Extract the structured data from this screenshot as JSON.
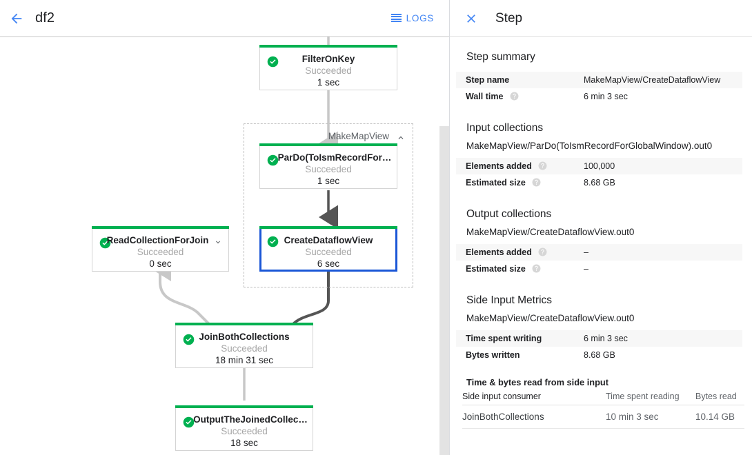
{
  "left": {
    "header": {
      "back_icon": "arrow-back-icon",
      "job_name": "df2",
      "logs_label": "LOGS",
      "logs_icon": "hamburger-logs-icon"
    },
    "graph": {
      "group": {
        "label": "MakeMapView",
        "collapse_icon": "chevron-up-icon"
      },
      "nodes": [
        {
          "id": "filter-on-key",
          "name": "FilterOnKey",
          "status": "Succeeded",
          "time": "1 sec",
          "status_icon": "check-circle-icon",
          "selected": false,
          "expand_icon": null
        },
        {
          "id": "pardo-toismrecordfor",
          "name": "ParDo(ToIsmRecordFor…",
          "status": "Succeeded",
          "time": "1 sec",
          "status_icon": "check-circle-icon",
          "selected": false,
          "expand_icon": null
        },
        {
          "id": "create-dataflow-view",
          "name": "CreateDataflowView",
          "status": "Succeeded",
          "time": "6 sec",
          "status_icon": "check-circle-icon",
          "selected": true,
          "expand_icon": null
        },
        {
          "id": "read-collection-for-join",
          "name": "ReadCollectionForJoin",
          "status": "Succeeded",
          "time": "0 sec",
          "status_icon": "check-circle-icon",
          "selected": false,
          "expand_icon": "chevron-down-icon"
        },
        {
          "id": "join-both-collections",
          "name": "JoinBothCollections",
          "status": "Succeeded",
          "time": "18 min 31 sec",
          "status_icon": "check-circle-icon",
          "selected": false,
          "expand_icon": null
        },
        {
          "id": "output-the-joined-collection",
          "name": "OutputTheJoinedCollec…",
          "status": "Succeeded",
          "time": "18 sec",
          "status_icon": "check-circle-icon",
          "selected": false,
          "expand_icon": null
        }
      ]
    }
  },
  "right": {
    "header": {
      "close_icon": "close-icon",
      "title": "Step"
    },
    "step_summary": {
      "title": "Step summary",
      "rows": [
        {
          "key": "Step name",
          "value": "MakeMapView/CreateDataflowView",
          "help": false
        },
        {
          "key": "Wall time",
          "value": "6 min 3 sec",
          "help": true
        }
      ]
    },
    "input_collections": {
      "title": "Input collections",
      "collection": "MakeMapView/ParDo(ToIsmRecordForGlobalWindow).out0",
      "rows": [
        {
          "key": "Elements added",
          "value": "100,000",
          "help": true
        },
        {
          "key": "Estimated size",
          "value": "8.68 GB",
          "help": true
        }
      ]
    },
    "output_collections": {
      "title": "Output collections",
      "collection": "MakeMapView/CreateDataflowView.out0",
      "rows": [
        {
          "key": "Elements added",
          "value": "–",
          "help": true
        },
        {
          "key": "Estimated size",
          "value": "–",
          "help": true
        }
      ]
    },
    "side_input_metrics": {
      "title": "Side Input Metrics",
      "collection": "MakeMapView/CreateDataflowView.out0",
      "rows": [
        {
          "key": "Time spent writing",
          "value": "6 min 3 sec",
          "help": false
        },
        {
          "key": "Bytes written",
          "value": "8.68 GB",
          "help": false
        }
      ]
    },
    "side_input_read": {
      "title": "Time & bytes read from side input",
      "columns": [
        "Side input consumer",
        "Time spent reading",
        "Bytes read"
      ],
      "rows": [
        [
          "JoinBothCollections",
          "10 min 3 sec",
          "10.14 GB"
        ]
      ]
    }
  },
  "colors": {
    "accent_blue": "#4285f4",
    "selected_border": "#1a56d6",
    "success_green": "#00b050",
    "divider": "#dadce0",
    "muted_text": "#5f6368"
  }
}
